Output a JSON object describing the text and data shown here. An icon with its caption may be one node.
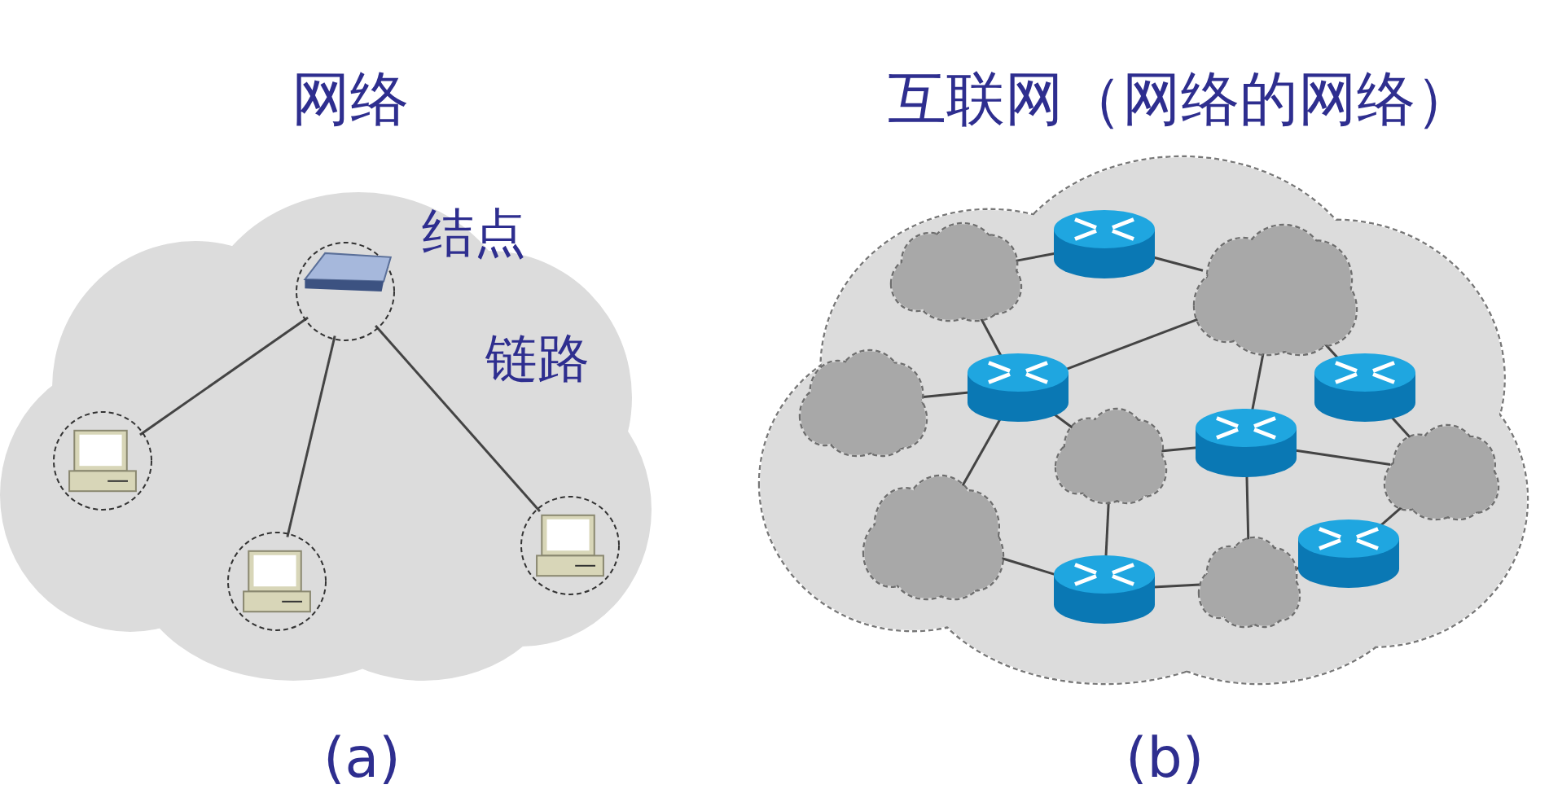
{
  "diagram": {
    "nodes": [
      {
        "text": [],
        "shape": "cloud"
      },
      {
        "text": [],
        "shape": "picture",
        "in": 0
      },
      {
        "text": [],
        "shape": "picture",
        "in": 0
      },
      {
        "text": [],
        "shape": "picture",
        "in": 0
      },
      {
        "text": [],
        "shape": "picture",
        "in": 0
      },
      {
        "text": [],
        "shape": "cloud"
      },
      {
        "text": [],
        "shape": "cloud",
        "in": 5
      },
      {
        "text": [],
        "shape": "cylinder",
        "in": 5
      },
      {
        "text": [],
        "shape": "cloud",
        "in": 5
      },
      {
        "text": [],
        "shape": "cylinder",
        "in": 5
      },
      {
        "text": [],
        "shape": "cylinder",
        "in": 5
      },
      {
        "text": [],
        "shape": "cloud",
        "in": 5
      },
      {
        "text": [],
        "shape": "cylinder",
        "in": 5
      },
      {
        "text": [],
        "shape": "cloud",
        "in": 5
      },
      {
        "text": [],
        "shape": "cloud",
        "in": 5
      },
      {
        "text": [],
        "shape": "cloud",
        "in": 5
      },
      {
        "text": [],
        "shape": "cylinder",
        "in": 5
      },
      {
        "text": [],
        "shape": "cloud",
        "in": 5
      },
      {
        "text": [],
        "shape": "cylinder",
        "in": 5
      }
    ],
    "edges": [
      {
        "from": 1,
        "to": 2,
        "arrow": "none"
      },
      {
        "from": 1,
        "to": 3,
        "arrow": "none"
      },
      {
        "from": 1,
        "to": 4,
        "arrow": "none"
      },
      {
        "from": 6,
        "to": 7,
        "arrow": "none"
      },
      {
        "from": 7,
        "to": 8,
        "arrow": "none"
      },
      {
        "from": 6,
        "to": 9,
        "arrow": "none"
      },
      {
        "from": 9,
        "to": 8,
        "arrow": "none"
      },
      {
        "from": 9,
        "to": 11,
        "arrow": "none"
      },
      {
        "from": 9,
        "to": 13,
        "arrow": "none"
      },
      {
        "from": 9,
        "to": 15,
        "arrow": "none"
      },
      {
        "from": 8,
        "to": 12,
        "arrow": "none"
      },
      {
        "from": 8,
        "to": 10,
        "arrow": "none"
      },
      {
        "from": 13,
        "to": 12,
        "arrow": "none"
      },
      {
        "from": 13,
        "to": 18,
        "arrow": "none"
      },
      {
        "from": 12,
        "to": 14,
        "arrow": "none"
      },
      {
        "from": 12,
        "to": 17,
        "arrow": "none"
      },
      {
        "from": 10,
        "to": 14,
        "arrow": "none"
      },
      {
        "from": 14,
        "to": 16,
        "arrow": "none"
      },
      {
        "from": 15,
        "to": 18,
        "arrow": "none"
      },
      {
        "from": 18,
        "to": 17,
        "arrow": "none"
      },
      {
        "from": 17,
        "to": 16,
        "arrow": "none"
      }
    ],
    "labels": [
      "网络",
      "互联网（网络的网络）",
      "结点",
      "链路",
      "(a)",
      "(b)"
    ]
  }
}
